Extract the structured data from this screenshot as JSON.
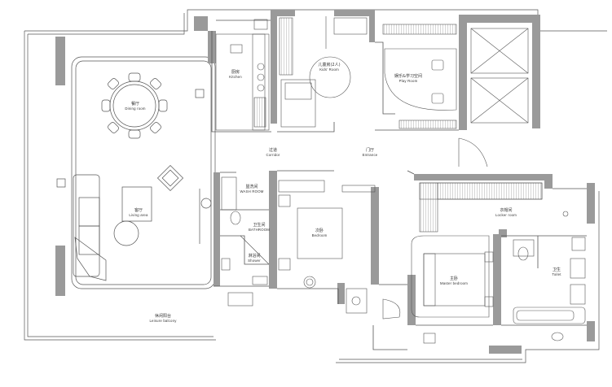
{
  "rooms": {
    "dining": {
      "zh": "餐厅",
      "en": "Dining room"
    },
    "living": {
      "zh": "客厅",
      "en": "Living area"
    },
    "balcony": {
      "zh": "休闲阳台",
      "en": "Leisure balcony"
    },
    "kitchen": {
      "zh": "厨房",
      "en": "Kitchen"
    },
    "kids": {
      "zh": "儿童房(2人)",
      "en": "Kids' Room"
    },
    "play": {
      "zh": "娱乐&学习空间",
      "en": "Play Room"
    },
    "corridor": {
      "zh": "过道",
      "en": "Corridor"
    },
    "entrance": {
      "zh": "门厅",
      "en": "Entrance"
    },
    "wash": {
      "zh": "盥洗间",
      "en": "WASH ROOM"
    },
    "bathroom": {
      "zh": "卫生间",
      "en": "BATHROOM"
    },
    "shower": {
      "zh": "淋浴间",
      "en": "Shower"
    },
    "bedroom": {
      "zh": "次卧",
      "en": "Bedroom"
    },
    "locker": {
      "zh": "衣帽间",
      "en": "Locker room"
    },
    "master": {
      "zh": "主卧",
      "en": "Master bedroom"
    },
    "toilet": {
      "zh": "卫生",
      "en": "Toilet"
    }
  },
  "colors": {
    "line": "#555555",
    "wall": "#9a9a9a",
    "bg": "#ffffff"
  }
}
